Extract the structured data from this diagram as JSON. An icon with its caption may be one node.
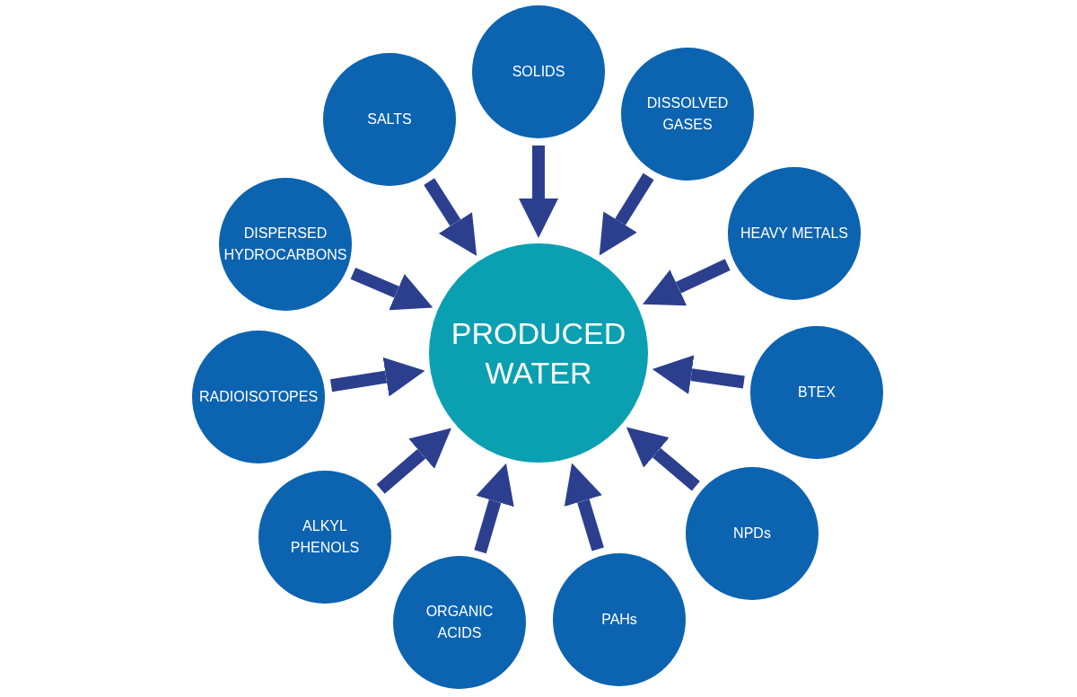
{
  "diagram": {
    "nodes": [
      {
        "text": [
          "SALTS"
        ]
      },
      {
        "text": [
          "SOLIDS"
        ]
      },
      {
        "text": [
          "DISSOLVED GASES"
        ]
      },
      {
        "text": [
          "DISPERSED HYDROCARBONS"
        ]
      },
      {
        "text": [
          "HEAVY METALS"
        ]
      },
      {
        "text": [
          "PRODUCED WATER"
        ]
      },
      {
        "text": [
          "RADIOISOTOPES"
        ]
      },
      {
        "text": [
          "BTEX"
        ]
      },
      {
        "text": [
          "ALKYL PHENOLS"
        ]
      },
      {
        "text": [
          "NPDs"
        ]
      },
      {
        "text": [
          "ORGANIC ACIDS"
        ]
      },
      {
        "text": [
          "PAHs"
        ]
      }
    ],
    "edges": [
      {
        "from": 0,
        "to": 5,
        "arrow": "to"
      },
      {
        "from": 1,
        "to": 5,
        "arrow": "to"
      },
      {
        "from": 2,
        "to": 5,
        "arrow": "to"
      },
      {
        "from": 3,
        "to": 5,
        "arrow": "to"
      },
      {
        "from": 4,
        "to": 5,
        "arrow": "to"
      },
      {
        "from": 6,
        "to": 5,
        "arrow": "to"
      },
      {
        "from": 7,
        "to": 5,
        "arrow": "to"
      },
      {
        "from": 8,
        "to": 5,
        "arrow": "to"
      },
      {
        "from": 9,
        "to": 5,
        "arrow": "to"
      },
      {
        "from": 10,
        "to": 5,
        "arrow": "to"
      },
      {
        "from": 11,
        "to": 5,
        "arrow": "to"
      }
    ]
  }
}
